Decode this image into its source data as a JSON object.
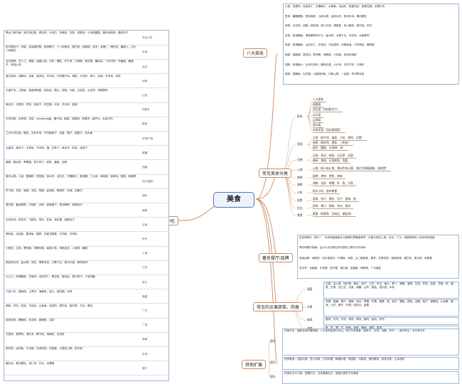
{
  "root": {
    "label": "美食"
  },
  "branches": {
    "left": {
      "label": "各地有名小吃"
    },
    "cuisine": {
      "label": "八大菜系"
    },
    "classify": {
      "label": "常见美食分类"
    },
    "restaurants": {
      "label": "著名餐厅/品牌"
    },
    "produce": {
      "label": "常见的瓜果蔬菜、肉类"
    },
    "other": {
      "label": "其他扩展"
    }
  },
  "snacks": [
    {
      "text": "黑龙江烤冷面，哈尔滨红肠，锅包肉，大列巴，杀猪菜，冻梨，铁锅炖，小鸡炖蘑菇，猪肉炖粉条，酸菜饺子",
      "region": "东北小吃"
    },
    {
      "text": "狗不理包子，炸糕，耳朵眼炸糕，煎饼果子，十八街麻花，锅巴菜，熟梨糕，茶汤，老爆三，嘎巴菜，糖堆儿，石头门坎素包",
      "region": "天津"
    },
    {
      "text": "北京烤鸭，豆汁儿，焦圈，卤煮火烧，炒肝，爆肚，驴打滚，艾窝窝，豌豆黄，糖耳朵，门钉肉饼，炸酱面，糖葫芦，褡裢火烧",
      "region": "北京"
    },
    {
      "text": "道口烧鸡，胡辣汤，烩面，灌汤包，羊肉汤，开封桶子鸡，锅贴，炒凉粉，焖子，血糕，羊肉串，烧饼",
      "region": "河南"
    },
    {
      "text": "平遥牛肉，刀削面，莜面栲栳栳，猫耳朵，剔尖，拨鱼，头脑，过油肉，太谷饼，闻喜煮饼",
      "region": "山西"
    },
    {
      "text": "烤全羊，手把肉，奶茶，奶皮子，奶豆腐，炒米，羊杂碎，莜面",
      "region": "内蒙古"
    },
    {
      "text": "羊肉泡馍，肉夹馍，凉皮，biangbiang面，臊子面，甑糕，胡辣汤，粉蒸肉，葫芦头，水盆羊肉",
      "region": "陕西"
    },
    {
      "text": "兰州牛肉拉面，酿皮，手抓羊肉，羊肉垫卷子，油香，馓子，甜醅子，浆水面",
      "region": "甘肃/宁夏"
    },
    {
      "text": "大盘鸡，烤包子，手抓饭，羊肉串，馕，拉条子，烤全羊，奶茶，油塔子",
      "region": "新疆"
    },
    {
      "text": "糌粑，酥油茶，青稞酒，牦牛肉干，甜茶，藏面，血肠",
      "region": "西藏"
    },
    {
      "text": "重庆火锅，小面，酸辣粉，担担面，钟水饺，龙抄手，夫妻肺片，赖汤圆，三大炮，串串香，钵钵鸡，冒菜，麻辣烫",
      "region": "四川/重庆"
    },
    {
      "text": "热干面，豆皮，面窝，汤包，鸭脖，武昌鱼，糊汤粉，米酒，欢喜坨",
      "region": "湖北"
    },
    {
      "text": "臭豆腐，糖油粑粑，口味虾，米粉，姊妹团子，葱油粑粑，剁椒鱼头",
      "region": "湖南"
    },
    {
      "text": "过桥米线，鲜花饼，汽锅鸡，饵块，乳扇，烤乳猪，破酥包子",
      "region": "云南"
    },
    {
      "text": "肠旺面，丝娃娃，酸汤鱼，糍粑，恋爱豆腐果，牛肉粉，羊肉粉",
      "region": "贵州"
    },
    {
      "text": "小笼包，生煎，蟹壳黄，排骨年糕，南翔小笼，鸡鸭血汤，八宝鸭，糖糕",
      "region": "上海"
    },
    {
      "text": "鸭血粉丝汤，盐水鸭，汤包，蟹黄汤包，大煮干丝，扬州炒饭，黄桥烧饼",
      "region": "江苏"
    },
    {
      "text": "片儿川，西湖醋鱼，东坡肉，龙井虾仁，葱包桧，猫耳朵，嘉兴粽子，宁波汤圆",
      "region": "浙江"
    },
    {
      "text": "沙县小吃，佛跳墙，土笋冻，海蛎煎，鱼丸，锅边糊，肉燕",
      "region": "福建"
    },
    {
      "text": "肠粉，虾饺，烧卖，叉烧包，云吞面，双皮奶，煲仔饭，艇仔粥，牛杂，蛋挞",
      "region": "广东"
    },
    {
      "text": "桂林米粉，螺蛳粉，老友粉，卷筒粉，油茶",
      "region": "广西"
    },
    {
      "text": "文昌鸡，抱罗粉，清补凉，椰子饭，海南粉，后安粉",
      "region": "海南"
    },
    {
      "text": "蚵仔煎，卤肉饭，牛肉面，珍珠奶茶，凤梨酥，大肠包小肠，担仔面",
      "region": "台湾"
    },
    {
      "text": "猪扒包，葡式蛋挞，杏仁饼，牛杂，水蟹粥",
      "region": "澳门"
    }
  ],
  "cuisines": [
    "川菜：回锅肉，宫保鸡丁，夫妻肺片，水煮鱼，毛血旺，鱼香肉丝，麻婆豆腐，水煮牛肉",
    "鲁菜：糖醋鲤鱼，葱烧海参，九转大肠，油焖大虾，德州扒鸡，爆炒腰花",
    "粤菜：白切鸡，烧鹅，烤乳猪，蜜汁叉烧，清蒸鱼，老火靓汤，煲仔饭，虾饺",
    "苏菜：松鼠鳜鱼，清炖蟹粉狮子头，盐水鸭，大煮干丝，叫花鸡，水晶肴肉",
    "浙菜：西湖醋鱼，龙井虾仁，东坡肉，叫化童鸡，宋嫂鱼羹，干炸响铃，腌笃鲜",
    "闽菜：佛跳墙，荔枝肉，醉排骨，海蛎煎，沙茶面，鸡汤汆海蚌",
    "湘菜：剁椒鱼头，毛氏红烧肉，腊味合蒸，小炒肉，东安子鸡，口味虾",
    "徽菜：臭鳜鱼，毛豆腐，火腿炖甲鱼，问政山笋，一品锅，李鸿章杂烩"
  ],
  "categories": [
    {
      "name": "菜系",
      "items": [
        "八大菜系",
        "新疆菜",
        "西北菜（包括陕甘宁）",
        "东北菜",
        "云南菜",
        "贵州菜",
        "东南亚菜（包括泰国菜）"
      ]
    },
    {
      "name": "西餐",
      "items": [
        "大餐（如牛排、意面、沙拉、烤鸡、汉堡）",
        "快餐（如炸鸡、薯条、三明治）",
        "甜点（蛋糕、冰淇淋、派）"
      ]
    },
    {
      "name": "日韩",
      "items": [
        "日料：寿司、刺身、天妇罗、拉面",
        "韩料：烤肉、石锅拌饭、泡菜"
      ]
    },
    {
      "name": "火锅",
      "items": [
        "火锅（如川渝火锅、潮汕牛肉火锅、老北京铜锅涮肉、海底捞）"
      ]
    },
    {
      "name": "烧烤",
      "items": [
        "烧烤：烤串、烤鱼、烤肉"
      ]
    },
    {
      "name": "海鲜",
      "items": [
        "海鲜：龙虾、螃蟹、虾、鱼、贝类"
      ]
    },
    {
      "name": "小吃",
      "items": [
        "街头小吃、夜市美食"
      ]
    },
    {
      "name": "面食",
      "items": [
        "面条、饺子、馒头、包子、馄饨、饼"
      ]
    },
    {
      "name": "饮品",
      "items": [
        "奶茶、果汁、咖啡、茶饮、酒水"
      ]
    },
    {
      "name": "素食",
      "items": [
        "素食（如素斋、豆制品、菌菇类）"
      ]
    }
  ],
  "restaurants": [
    "米其林餐厅（简介）：米其林星级被认为是餐饮界最高荣誉，中国大陆有上海、北京、广州、成都等城市入选米其林指南",
    "黑珍珠餐厅指南：由大众点评推出的中国本土餐厅评价体系",
    "连锁品牌：海底捞、西贝莜面村、外婆家、绿茶、太二酸菜鱼、喜茶、奈雪的茶、瑞幸咖啡、星巴克、麦当劳、肯德基",
    "老字号：全聚德、东来顺、狗不理、楼外楼、松鹤楼、陶陶居、广州酒家"
  ],
  "produce": [
    {
      "name": "蔬菜",
      "items": [
        "白菜、空心菜、西红柿、黄瓜、茄子、土豆、冬瓜、南瓜、萝卜、辣椒、菠菜、生菜、芹菜、韭菜、洋葱、蒜、姜、葱、豆角、西兰花、花菜、莲藕、山药、香菇、金针菇、木耳"
      ]
    },
    {
      "name": "水果",
      "items": [
        "苹果、香蕉、橙子、葡萄、西瓜、草莓、芒果、菠萝、梨、桃子、樱桃、荔枝、龙眼、柚子、猕猴桃、火龙果、榴莲、山竹、椰子、柠檬、哈密瓜、蓝莓"
      ]
    },
    {
      "name": "肉类",
      "items": [
        "猪肉、牛肉、羊肉、鸡肉、鸭肉、鹅肉、兔肉、驴肉"
      ]
    },
    {
      "name": "海鲜",
      "items": [
        "鱼、虾、蟹、贝、鱿鱼、海参、鲍鱼、海带、紫菜"
      ]
    }
  ],
  "other": [
    {
      "name": "国内",
      "text": "饮食文化：南甜北咸东辣西酸；八大菜系起源与特点；地方节庆美食（如粽子、月饼、汤圆、饺子）；食疗养生；中华老字号"
    },
    {
      "name": "国外",
      "text": "世界美食：法国大餐、意大利菜、日本料理、韩国料理、泰国菜、印度菜、墨西哥菜、西班牙菜、土耳其菜"
    },
    {
      "name": "国外",
      "text": "饮食礼仪与习俗：西餐礼仪、日本餐桌礼仪、各国代表性节日美食"
    }
  ]
}
